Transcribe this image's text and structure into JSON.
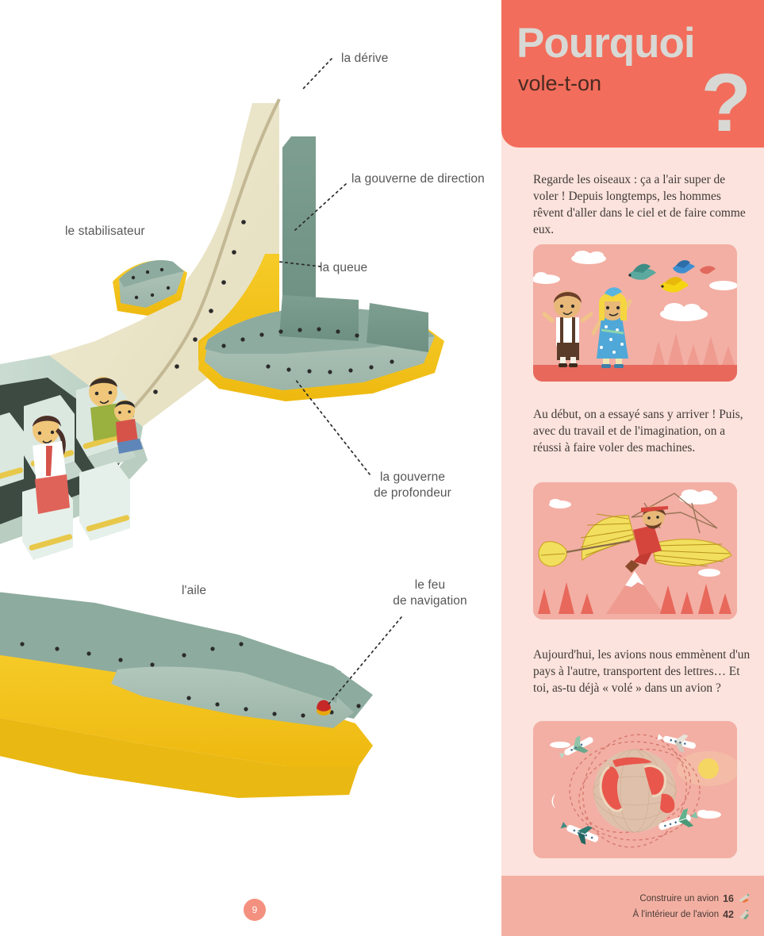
{
  "page": {
    "number": "9"
  },
  "illustration": {
    "title": "airplane-tail-and-wing-cutaway",
    "labels": [
      {
        "id": "la-derive",
        "text": "la dérive"
      },
      {
        "id": "la-gouverne-direction",
        "text": "la gouverne de direction"
      },
      {
        "id": "le-stabilisateur",
        "text": "le stabilisateur"
      },
      {
        "id": "la-queue",
        "text": "la queue"
      },
      {
        "id": "la-gouverne-profondeur",
        "text": "la gouverne\nde profondeur"
      },
      {
        "id": "l-aile",
        "text": "l'aile"
      },
      {
        "id": "le-feu-navigation",
        "text": "le feu\nde navigation"
      }
    ]
  },
  "sidebar": {
    "header": {
      "title": "Pourquoi",
      "subtitle": "vole-t-on",
      "question_mark": "?"
    },
    "paragraphs": [
      "Regarde les oiseaux : ça a l'air super de voler ! Depuis longtemps, les hommes rêvent d'aller dans le ciel et de faire comme eux.",
      "Au début, on a essayé sans y arriver ! Puis, avec du travail et de l'imagination, on a réussi à faire voler des machines.",
      "Aujourd'hui, les avions nous emmènent d'un pays à l'autre, transportent des lettres… Et toi, as-tu déjà « volé » dans un avion ?"
    ],
    "figures": [
      {
        "id": "fig-children-watching-birds",
        "caption": "deux enfants regardent des oiseaux voler"
      },
      {
        "id": "fig-ornithopter",
        "caption": "un homme vole avec une machine volante à ailes"
      },
      {
        "id": "fig-globe-with-planes",
        "caption": "des avions tournent autour du globe terrestre"
      }
    ],
    "cross_references": [
      {
        "label": "Construire un avion",
        "page": "16"
      },
      {
        "label": "À l'intérieur de l'avion",
        "page": "42"
      }
    ]
  },
  "colors": {
    "header_red": "#f26d5b",
    "body_pink": "#fce3dd",
    "footer_pink": "#f3b0a2",
    "figure_pink": "#f0b3a8",
    "title_grey": "#d8d8d4",
    "subtitle_brown": "#4a2a22",
    "plane_cream": "#e9e2c4",
    "plane_teal": "#7a9b8e",
    "plane_teal_light": "#a9c0b4",
    "plane_yellow": "#f4c61e",
    "nav_light_red": "#cc2222",
    "label_grey": "#575757",
    "page_badge": "#f4907f"
  }
}
